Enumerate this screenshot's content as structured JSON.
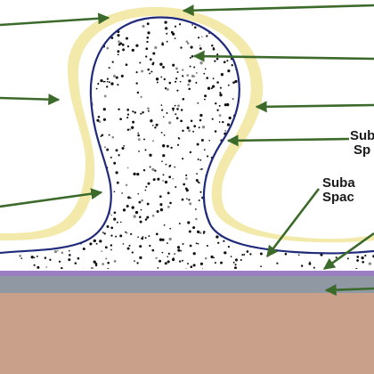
{
  "labels": {
    "a_line1": "Sub",
    "a_line2": "Sp",
    "b_line1": "Suba",
    "b_line2": "Spac"
  },
  "colors": {
    "background": "#ffffff",
    "outer_layer": "#f3e9ab",
    "inner_outline": "#1f2a7a",
    "membrane": "#9b7fc0",
    "gray_layer": "#8f98a3",
    "brown_layer": "#c9a08a",
    "arrow": "#3c6a2a",
    "speckle": "#111111"
  },
  "arrows": [
    {
      "name": "arrow-top-left"
    },
    {
      "name": "arrow-top-center"
    },
    {
      "name": "arrow-head-interior"
    },
    {
      "name": "arrow-left-upper"
    },
    {
      "name": "arrow-right-upper"
    },
    {
      "name": "arrow-subarachnoid-1"
    },
    {
      "name": "arrow-left-lower"
    },
    {
      "name": "arrow-subarachnoid-2"
    },
    {
      "name": "arrow-membrane"
    },
    {
      "name": "arrow-gray-layer"
    }
  ]
}
